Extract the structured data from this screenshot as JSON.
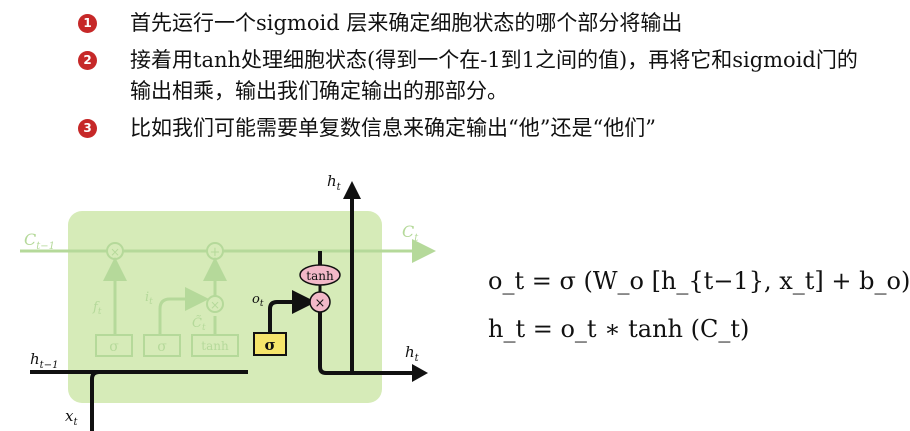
{
  "bullets": [
    {
      "marker": "1",
      "text": "首先运行一个sigmoid 层来确定细胞状态的哪个部分将输出"
    },
    {
      "marker": "2",
      "text": "接着用tanh处理细胞状态(得到一个在-1到1之间的值)，再将它和sigmoid门的输出相乘，输出我们确定输出的那部分。"
    },
    {
      "marker": "3",
      "text": "比如我们可能需要单复数信息来确定输出“他”还是“他们”"
    }
  ],
  "diagram": {
    "labels": {
      "c_prev": "C",
      "c_prev_sub": "t−1",
      "c_next": "C",
      "c_next_sub": "t",
      "h_top": "h",
      "h_top_sub": "t",
      "h_right": "h",
      "h_right_sub": "t",
      "h_prev": "h",
      "h_prev_sub": "t−1",
      "x_in": "x",
      "x_in_sub": "t",
      "f_gate": "f",
      "f_gate_sub": "t",
      "i_gate": "i",
      "i_gate_sub": "t",
      "c_tilde": "C̃",
      "c_tilde_sub": "t",
      "o_gate": "o",
      "o_gate_sub": "t",
      "sigma1": "σ",
      "sigma2": "σ",
      "tanh_box": "tanh",
      "sigma_active": "σ",
      "tanh_oval": "tanh",
      "mult1": "×",
      "add": "+",
      "mult2": "×",
      "mult3": "×"
    },
    "colors": {
      "cell_bg": "#d6ebb8",
      "faded": "#b5d99a",
      "active_box": "#f5e56b",
      "oval": "#f2b8c8"
    }
  },
  "formulas": {
    "line1": "o_t = σ (W_o [h_{t−1}, x_t] + b_o)",
    "line2": "h_t = o_t ∗ tanh (C_t)"
  }
}
